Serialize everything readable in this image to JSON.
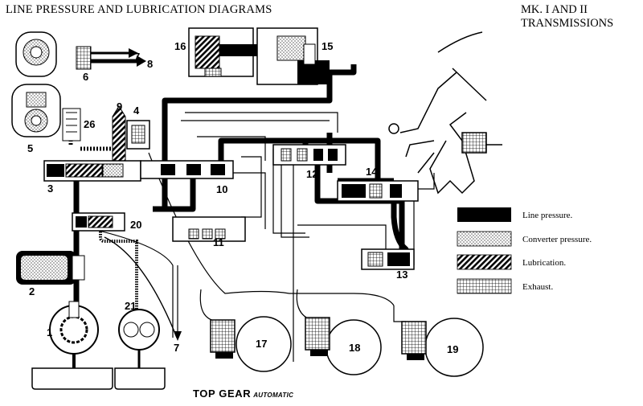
{
  "title": "LINE PRESSURE AND LUBRICATION DIAGRAMS",
  "subtitle_line1": "MK. I AND II",
  "subtitle_line2": "TRANSMISSIONS",
  "caption_main": "TOP GEAR",
  "caption_mode": "AUTOMATIC",
  "legend": [
    {
      "label": "Line pressure.",
      "pattern": "solid"
    },
    {
      "label": "Converter pressure.",
      "pattern": "dotted"
    },
    {
      "label": "Lubrication.",
      "pattern": "hatched"
    },
    {
      "label": "Exhaust.",
      "pattern": "grid"
    }
  ],
  "component_numbers": [
    "1",
    "2",
    "3",
    "4",
    "5",
    "6",
    "7",
    "8",
    "9",
    "10",
    "11",
    "12",
    "13",
    "14",
    "15",
    "16",
    "17",
    "18",
    "19",
    "20",
    "21",
    "26"
  ],
  "colors": {
    "ink": "#000000",
    "paper": "#ffffff"
  }
}
